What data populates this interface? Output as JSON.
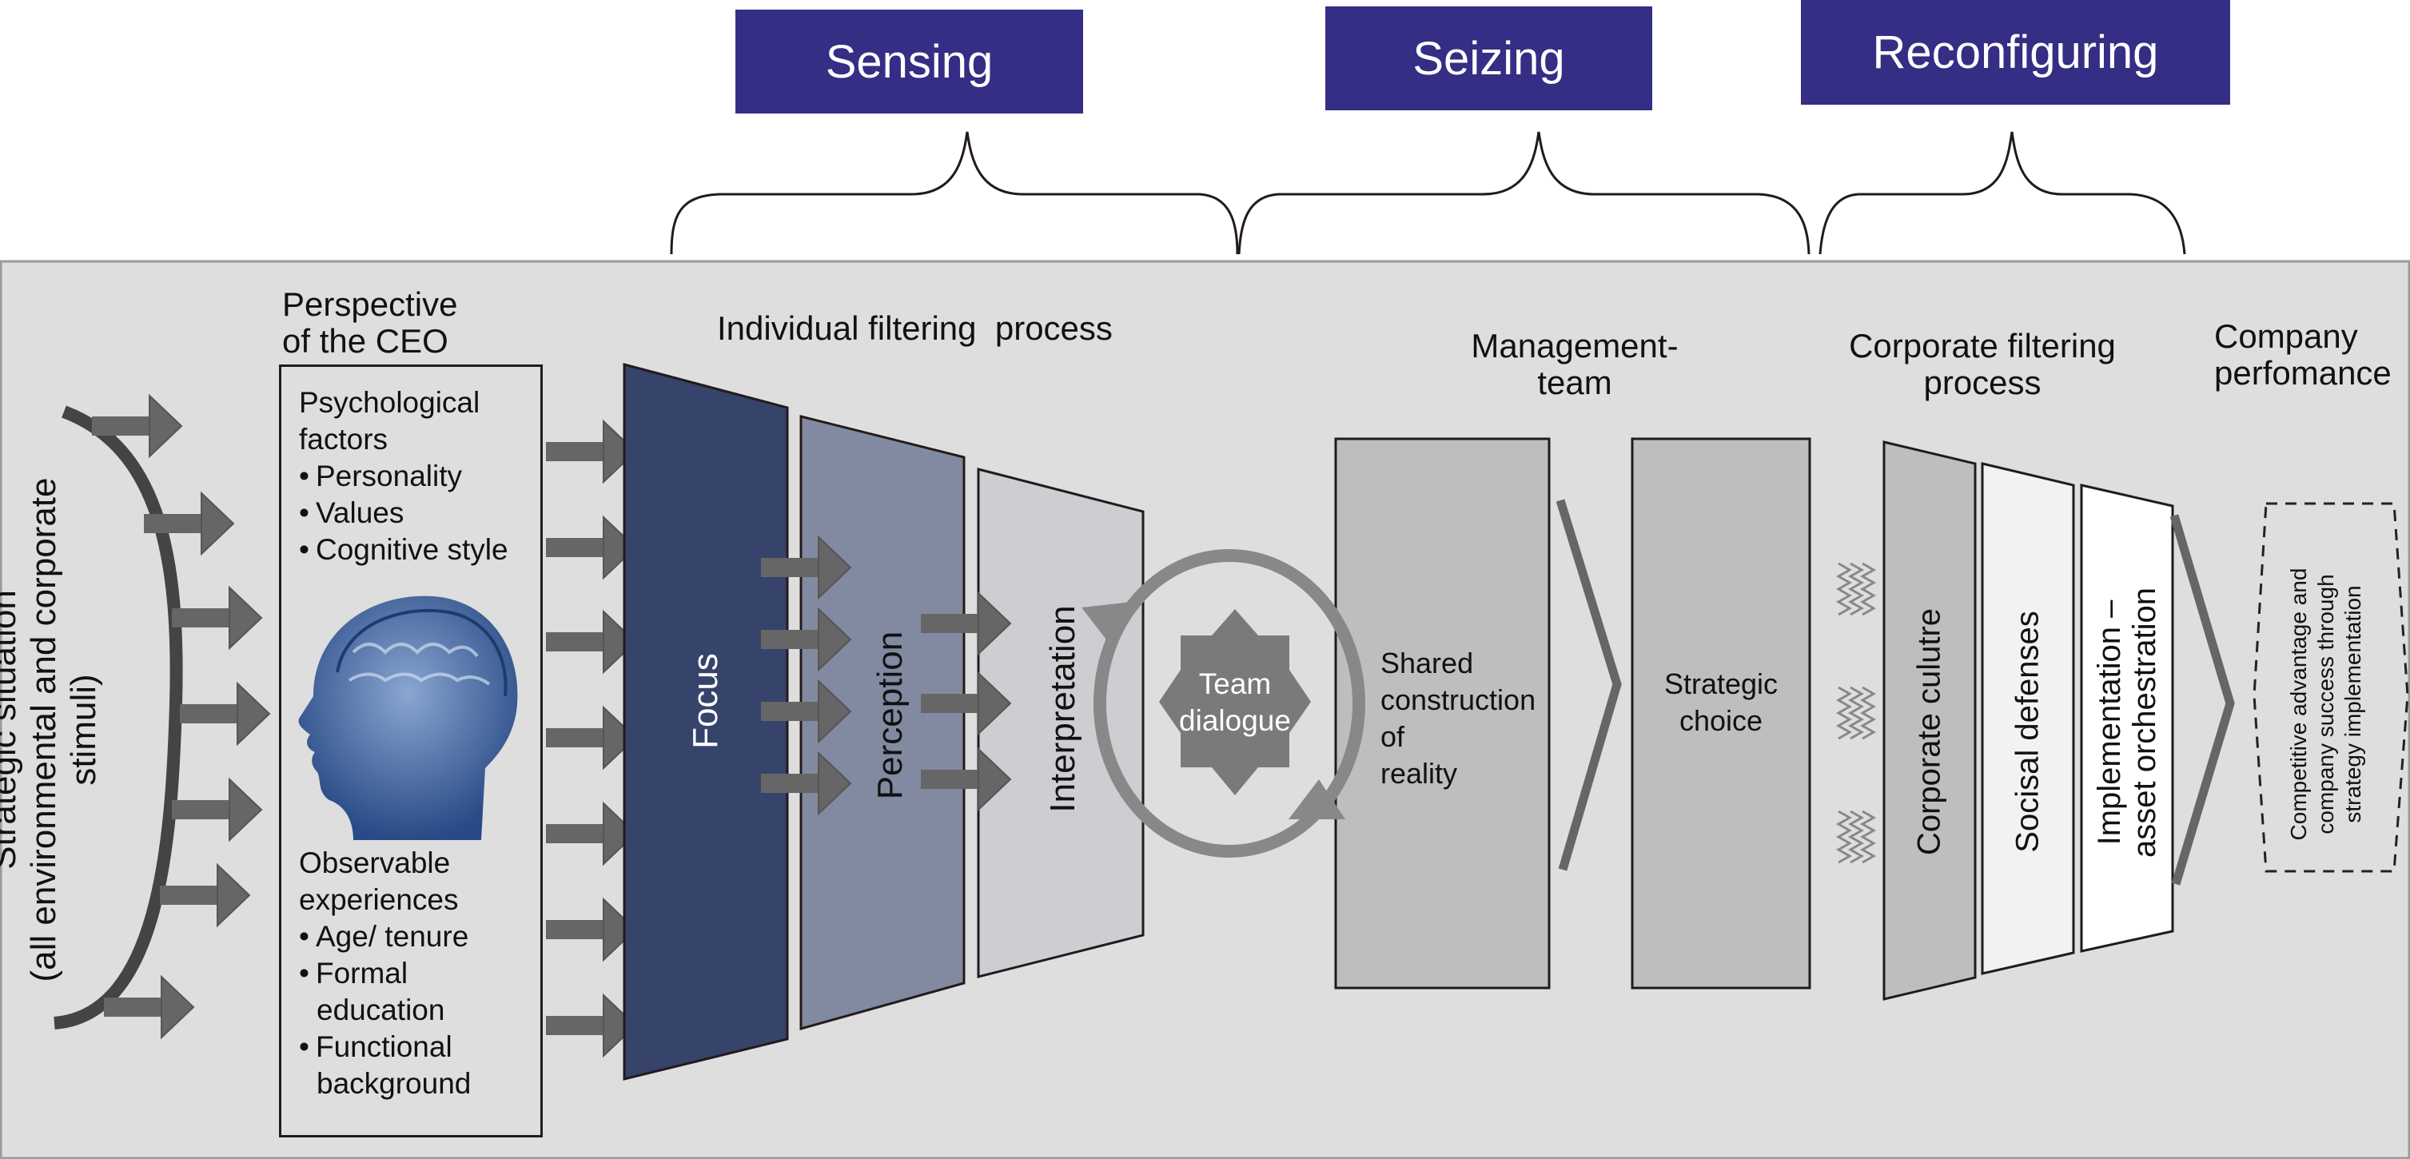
{
  "phases": [
    {
      "label": "Sensing"
    },
    {
      "label": "Seizing"
    },
    {
      "label": "Reconfiguring"
    }
  ],
  "strategic_situation": {
    "line1": "Strategic situation",
    "line2": "(all environmental and corporate",
    "line3": "stimuli)"
  },
  "ceo": {
    "title_line1": "Perspective",
    "title_line2": "of the CEO",
    "psych_heading_1": "Psychological",
    "psych_heading_2": "factors",
    "psych_items": [
      "Personality",
      "Values",
      "Cognitive style"
    ],
    "obs_heading_1": "Observable",
    "obs_heading_2": "experiences",
    "obs_items": [
      "Age/ tenure",
      "Formal",
      "education",
      "Functional",
      "background"
    ],
    "image": "head-brain-icon"
  },
  "individual_filtering": {
    "title": "Individual filtering  process",
    "stages": [
      {
        "label": "Focus",
        "color": "#36436a"
      },
      {
        "label": "Perception",
        "color": "#818aa0"
      },
      {
        "label": "Interpretation",
        "color": "#cdced2"
      }
    ]
  },
  "team_dialogue": {
    "line1": "Team",
    "line2": "dialogue"
  },
  "management_team": {
    "title_line1": "Management-",
    "title_line2": "team",
    "shared": [
      "Shared",
      "construction",
      "of",
      "reality"
    ],
    "strategic_choice": [
      "Strategic",
      "choice"
    ]
  },
  "corporate_filtering": {
    "title_line1": "Corporate filtering",
    "title_line2": "process",
    "stages": [
      {
        "label": "Corporate culutre",
        "color": "#bebebe"
      },
      {
        "label": "Socisal defenses",
        "color": "#f2f2f2"
      },
      {
        "label_line1": "Implementation –",
        "label_line2": "asset orchestration",
        "color": "#ffffff"
      }
    ]
  },
  "company_performance": {
    "title_line1": "Company",
    "title_line2": "perfomance",
    "outcome": [
      "Competitive advantage and",
      "company success through",
      "strategy implementation"
    ]
  },
  "colors": {
    "phase_box": "#352e85",
    "panel_bg": "#dedede",
    "arrow": "#666666",
    "box_gray": "#bebebe"
  }
}
